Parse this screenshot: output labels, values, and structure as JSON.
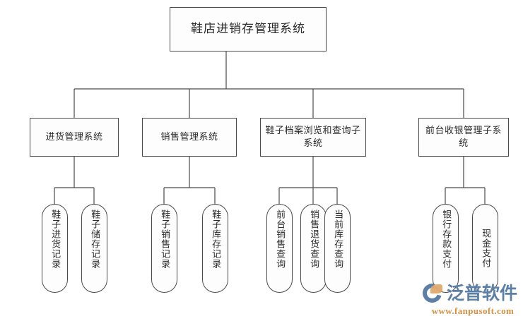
{
  "diagram": {
    "type": "tree",
    "title": "鞋店进销存管理系统",
    "root": {
      "label": "鞋店进销存管理系统"
    },
    "subsystems": [
      {
        "label": "进货管理系统"
      },
      {
        "label": "销售管理系统"
      },
      {
        "label": "鞋子档案浏览和查询子系统"
      },
      {
        "label": "前台收银管理子系统"
      }
    ],
    "leaves": [
      {
        "label": "鞋子进货记录",
        "parent": "进货管理系统"
      },
      {
        "label": "鞋子储存记录",
        "parent": "进货管理系统"
      },
      {
        "label": "鞋子销售记录",
        "parent": "销售管理系统"
      },
      {
        "label": "鞋子库存记录",
        "parent": "销售管理系统"
      },
      {
        "label": "前台销售查询",
        "parent": "鞋子档案浏览和查询子系统"
      },
      {
        "label": "销售退货查询",
        "parent": "鞋子档案浏览和查询子系统"
      },
      {
        "label": "当前库存查询",
        "parent": "鞋子档案浏览和查询子系统"
      },
      {
        "label": "银行存款支付",
        "parent": "前台收银管理子系统"
      },
      {
        "label": "现金支付",
        "parent": "前台收银管理子系统"
      }
    ],
    "colors": {
      "background": "#ffffff",
      "node_border": "#4a4a4a",
      "node_fill": "#fdfdfd",
      "node_text": "#2b2b2b",
      "connector": "#4a4a4a"
    }
  },
  "watermark": {
    "brand": "泛普软件",
    "url": "www.fanpusoft.com",
    "brand_color": "#5b7fa6",
    "url_color": "#d98f3f",
    "accent_color": "#e0a96d"
  }
}
